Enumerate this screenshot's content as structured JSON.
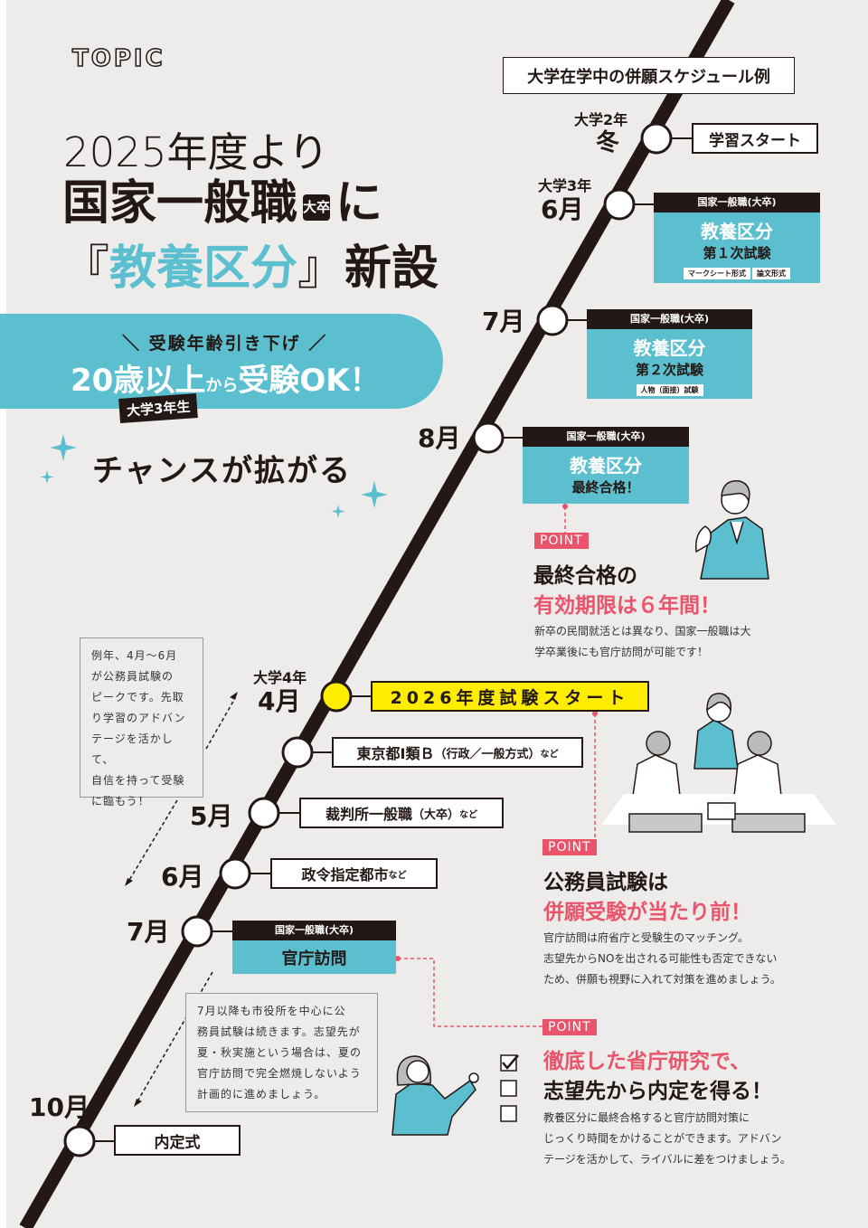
{
  "topic": "TOPIC",
  "headline": {
    "line1": "2025年度より",
    "line2": "国家一般職",
    "badge": "大卒",
    "line2_suffix": "に",
    "bracket_open": "『",
    "highlight": "教養区分",
    "bracket_close": "』",
    "line3_suffix": "新設"
  },
  "banner": {
    "sub": "＼ 受験年齢引き下げ ／",
    "main_a": "20歳以上",
    "main_small": "から",
    "main_b": "受験OK！",
    "tag": "大学3年生"
  },
  "chance": "チャンスが拡がる",
  "schedule_title": "大学在学中の併願スケジュール例",
  "timeline": {
    "winter": {
      "year": "大学2年",
      "month": "冬",
      "label": "学習スタート"
    },
    "jun3": {
      "year": "大学3年",
      "month": "6月",
      "header": "国家一般職(大卒)",
      "title": "教養区分",
      "sub": "第１次試験",
      "tags": [
        "マークシート形式",
        "論文形式"
      ]
    },
    "jul3": {
      "month": "7月",
      "header": "国家一般職(大卒)",
      "title": "教養区分",
      "sub": "第２次試験",
      "tags": [
        "人物（面接）試験"
      ]
    },
    "aug3": {
      "month": "8月",
      "header": "国家一般職(大卒)",
      "title": "教養区分",
      "sub": "最終合格！"
    },
    "apr4": {
      "year": "大学4年",
      "month": "4月",
      "label": "2026年度試験スタート"
    },
    "tokyo": {
      "label": "東京都Ⅰ類Ｂ",
      "paren": "（行政／一般方式）",
      "suffix": "など"
    },
    "may": {
      "month": "5月",
      "label": "裁判所一般職",
      "paren": "（大卒）",
      "suffix": "など"
    },
    "jun4": {
      "month": "6月",
      "label": "政令指定都市",
      "suffix": "など"
    },
    "jul4": {
      "month": "7月",
      "header": "国家一般職(大卒)",
      "title": "官庁訪問"
    },
    "oct": {
      "month": "10月",
      "label": "内定式"
    }
  },
  "notes": {
    "note1": [
      "例年、4月～6月",
      "が公務員試験の",
      "ピークです。先取",
      "り学習のアドバン",
      "テージを活かして、",
      "自信を持って受験",
      "に臨もう！"
    ],
    "note2": [
      "7月以降も市役所を中心に公",
      "務員試験は続きます。志望先が",
      "夏・秋実施という場合は、夏の",
      "官庁訪問で完全燃焼しないよう",
      "計画的に進めましょう。"
    ]
  },
  "points": [
    {
      "badge": "POINT",
      "title_dark": "最終合格の",
      "title_pink": "有効期限は６年間！",
      "body": [
        "新卒の民間就活とは異なり、国家一般職は大",
        "学卒業後にも官庁訪問が可能です！"
      ]
    },
    {
      "badge": "POINT",
      "title_dark": "公務員試験は",
      "title_pink": "併願受験が当たり前！",
      "body": [
        "官庁訪問は府省庁と受験生のマッチング。",
        "志望先からNOを出される可能性も否定できない",
        "ため、併願も視野に入れて対策を進めましょう。"
      ]
    },
    {
      "badge": "POINT",
      "title_pink": "徹底した省庁研究で、",
      "title_dark": "志望先から内定を得る！",
      "body": [
        "教養区分に最終合格すると官庁訪問対策に",
        "じっくり時間をかけることができます。アドバン",
        "テージを活かして、ライバルに差をつけましょう。"
      ]
    }
  ],
  "colors": {
    "teal": "#5bbfcf",
    "pink": "#e9546b",
    "yellow": "#ffed00",
    "ink": "#231815",
    "bg": "#edecea"
  }
}
